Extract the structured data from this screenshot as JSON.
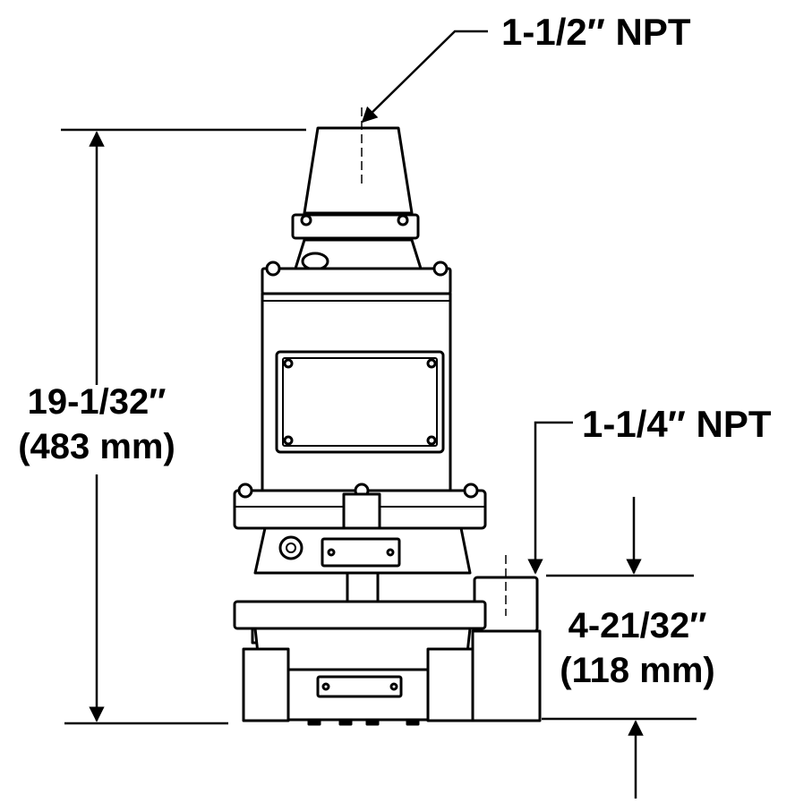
{
  "labels": {
    "top_port": "1-1/2″ NPT",
    "side_port": "1-1/4″ NPT",
    "height_in": "19-1/32″",
    "height_mm": "(483 mm)",
    "port_height_in": "4-21/32″",
    "port_height_mm": "(118 mm)"
  },
  "colors": {
    "line": "#000000",
    "background": "#ffffff"
  }
}
